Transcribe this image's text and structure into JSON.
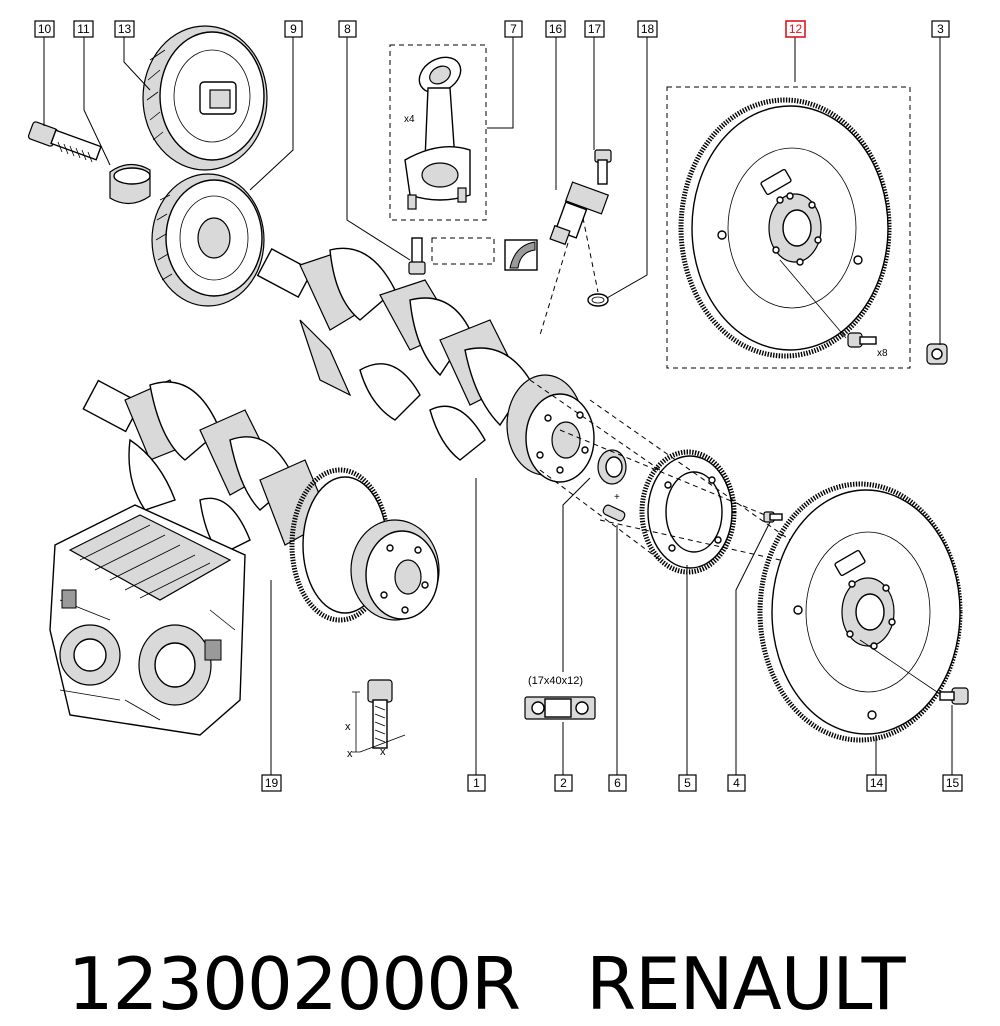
{
  "callouts": [
    {
      "id": "10",
      "label": "10"
    },
    {
      "id": "11",
      "label": "11"
    },
    {
      "id": "13",
      "label": "13"
    },
    {
      "id": "9",
      "label": "9"
    },
    {
      "id": "8",
      "label": "8"
    },
    {
      "id": "7",
      "label": "7"
    },
    {
      "id": "16",
      "label": "16"
    },
    {
      "id": "17",
      "label": "17"
    },
    {
      "id": "18",
      "label": "18"
    },
    {
      "id": "12",
      "label": "12"
    },
    {
      "id": "3",
      "label": "3"
    },
    {
      "id": "19",
      "label": "19"
    },
    {
      "id": "1",
      "label": "1"
    },
    {
      "id": "2",
      "label": "2"
    },
    {
      "id": "6",
      "label": "6"
    },
    {
      "id": "5",
      "label": "5"
    },
    {
      "id": "4",
      "label": "4"
    },
    {
      "id": "14",
      "label": "14"
    },
    {
      "id": "15",
      "label": "15"
    }
  ],
  "highlight_color": "#e0151b",
  "annotations": {
    "conrod_qty": "x4",
    "flywheel_bolt_qty": "x8",
    "bearing_size": "(17x40x12)",
    "dim_x1": "x",
    "dim_x2": "x",
    "dim_x3": "x"
  },
  "footer": {
    "part_number": "123002000R",
    "brand": "RENAULT"
  }
}
